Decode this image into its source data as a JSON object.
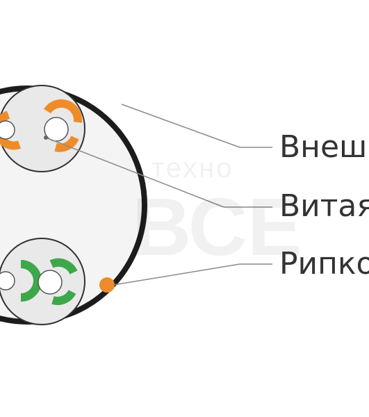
{
  "labels": {
    "outer_sheath": "Внеш",
    "twisted_pair": "Витая",
    "ripcord": "Рипко"
  },
  "watermark": {
    "small_text": "техно",
    "large_text": "ВСЕ"
  },
  "colors": {
    "sheath": "#1c1c1c",
    "cable_fill": "#f4f4f4",
    "pair_fill": "#e9e9e9",
    "orange": "#ef8c2a",
    "green": "#3da84a",
    "leader_line": "#8a8a8a",
    "label_text": "#333333"
  }
}
